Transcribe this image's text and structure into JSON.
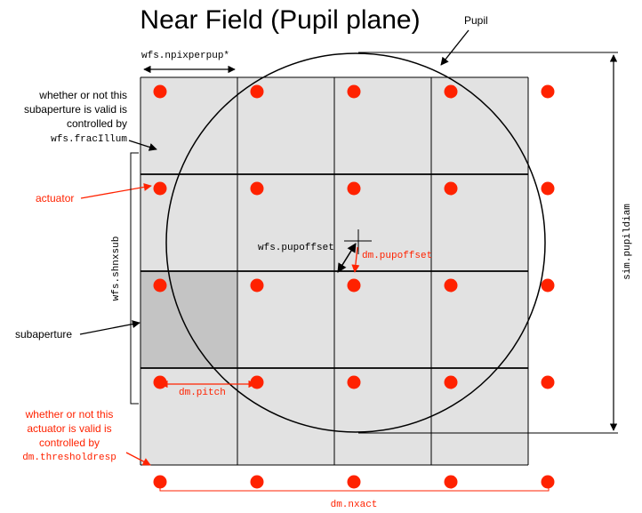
{
  "title": "Near Field (Pupil plane)",
  "colors": {
    "actuator": "#ff2200",
    "cell_fill": "#e2e2e2",
    "highlight_cell": "#c4c4c4",
    "red_text": "#ff2200",
    "black": "#000000"
  },
  "grid": {
    "rows": 4,
    "cols": 4,
    "highlight_cell": {
      "row": 2,
      "col": 0
    }
  },
  "actuators": {
    "rows": 5,
    "cols": 5
  },
  "labels": {
    "pupil": "Pupil",
    "npixperpup": "wfs.npixperpup*",
    "valid_sub_1": "whether or not this",
    "valid_sub_2": "subaperture is valid is",
    "valid_sub_3": "controlled by",
    "valid_sub_4": "wfs.fracIllum",
    "actuator": "actuator",
    "shnxsub": "wfs.shnxsub",
    "subaperture": "subaperture",
    "dm_pitch": "dm.pitch",
    "valid_act_1": "whether or not this",
    "valid_act_2": "actuator is valid is",
    "valid_act_3": "controlled by",
    "valid_act_4": "dm.thresholdresp",
    "pupoffset_wfs": "wfs.pupoffset",
    "pupoffset_dm": "dm.pupoffset",
    "pupildiam": "sim.pupildiam",
    "nxact": "dm.nxact"
  }
}
